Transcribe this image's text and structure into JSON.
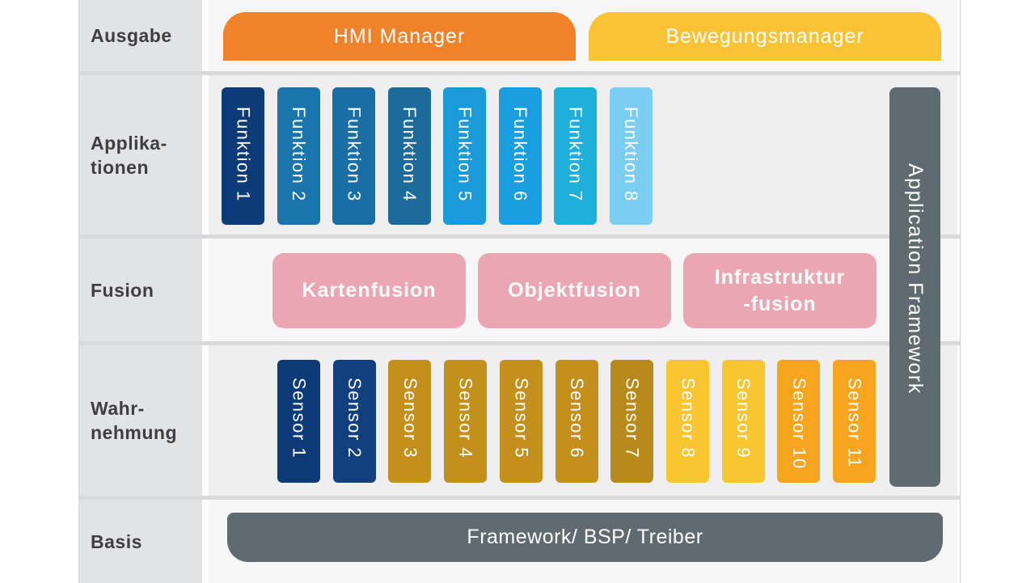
{
  "layers": {
    "ausgabe": "Ausgabe",
    "applikationen": "Applika-\ntionen",
    "fusion": "Fusion",
    "wahrnehmung": "Wahr-\nnehmung",
    "basis": "Basis"
  },
  "ausgabe_blocks": {
    "hmi": "HMI Manager",
    "bewegung": "Bewegungsmanager"
  },
  "functions": [
    {
      "label": "Funktion 1",
      "color": "#0d3b78"
    },
    {
      "label": "Funktion 2",
      "color": "#1b75ad"
    },
    {
      "label": "Funktion 3",
      "color": "#1a6ea6"
    },
    {
      "label": "Funktion 4",
      "color": "#1d6b9b"
    },
    {
      "label": "Funktion 5",
      "color": "#1a9ad8"
    },
    {
      "label": "Funktion 6",
      "color": "#199ee0"
    },
    {
      "label": "Funktion 7",
      "color": "#1eb0d8"
    },
    {
      "label": "Funktion 8",
      "color": "#7ccdf2"
    }
  ],
  "fusions": [
    {
      "label": "Kartenfusion"
    },
    {
      "label": "Objektfusion"
    },
    {
      "label": "Infrastruktur\n-fusion"
    }
  ],
  "sensors": [
    {
      "label": "Sensor 1",
      "color": "#0d3b78"
    },
    {
      "label": "Sensor 2",
      "color": "#123f7e"
    },
    {
      "label": "Sensor 3",
      "color": "#c4901d"
    },
    {
      "label": "Sensor 4",
      "color": "#c4901d"
    },
    {
      "label": "Sensor 5",
      "color": "#c4901d"
    },
    {
      "label": "Sensor 6",
      "color": "#c4901d"
    },
    {
      "label": "Sensor 7",
      "color": "#b8891b"
    },
    {
      "label": "Sensor 8",
      "color": "#f9c632"
    },
    {
      "label": "Sensor 9",
      "color": "#f9c632"
    },
    {
      "label": "Sensor 10",
      "color": "#f7a41f"
    },
    {
      "label": "Sensor 11",
      "color": "#f7a41f"
    }
  ],
  "app_framework": "Application Framework",
  "base_bar": "Framework/ BSP/ Treiber"
}
